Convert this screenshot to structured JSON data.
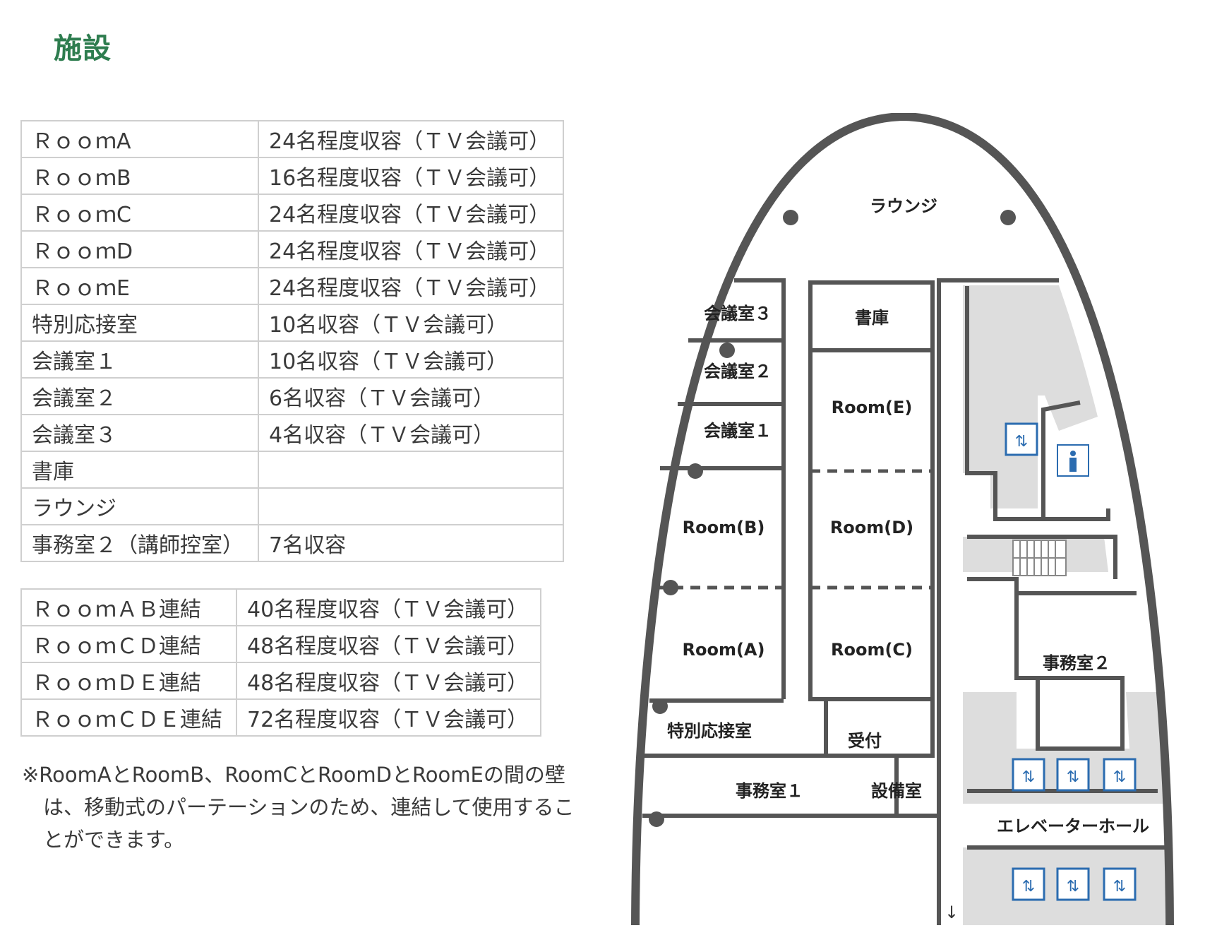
{
  "page": {
    "title": "施設"
  },
  "rooms_table": [
    {
      "name": "ＲｏｏｍA",
      "capacity": "24名程度収容（ＴＶ会議可）"
    },
    {
      "name": "ＲｏｏｍB",
      "capacity": "16名程度収容（ＴＶ会議可）"
    },
    {
      "name": "ＲｏｏｍC",
      "capacity": "24名程度収容（ＴＶ会議可）"
    },
    {
      "name": "ＲｏｏｍD",
      "capacity": "24名程度収容（ＴＶ会議可）"
    },
    {
      "name": "ＲｏｏｍE",
      "capacity": "24名程度収容（ＴＶ会議可）"
    },
    {
      "name": "特別応接室",
      "capacity": "10名収容（ＴＶ会議可）"
    },
    {
      "name": "会議室１",
      "capacity": "10名収容（ＴＶ会議可）"
    },
    {
      "name": "会議室２",
      "capacity": "6名収容（ＴＶ会議可）"
    },
    {
      "name": "会議室３",
      "capacity": "4名収容（ＴＶ会議可）"
    },
    {
      "name": "書庫",
      "capacity": ""
    },
    {
      "name": "ラウンジ",
      "capacity": ""
    },
    {
      "name": "事務室２（講師控室）",
      "capacity": "7名収容"
    }
  ],
  "combined_table": [
    {
      "name": "ＲｏｏｍＡＢ連結",
      "capacity": "40名程度収容（ＴＶ会議可）"
    },
    {
      "name": "ＲｏｏｍＣＤ連結",
      "capacity": "48名程度収容（ＴＶ会議可）"
    },
    {
      "name": "ＲｏｏｍＤＥ連結",
      "capacity": "48名程度収容（ＴＶ会議可）"
    },
    {
      "name": "ＲｏｏｍＣＤＥ連結",
      "capacity": "72名程度収容（ＴＶ会議可）"
    }
  ],
  "note": "※RoomAとRoomB、RoomCとRoomDとRoomEの間の壁は、移動式のパーテーションのため、連結して使用することができます。",
  "floorplan": {
    "lounge": "ラウンジ",
    "kaigi3": "会議室３",
    "kaigi2": "会議室２",
    "kaigi1": "会議室１",
    "shoko": "書庫",
    "room_e": "Room(E)",
    "room_d": "Room(D)",
    "room_c": "Room(C)",
    "room_b": "Room(B)",
    "room_a": "Room(A)",
    "tokubetsu": "特別応接室",
    "uketsuke": "受付",
    "jimu1": "事務室１",
    "setsubi": "設備室",
    "jimu2": "事務室２",
    "ev_hall": "エレベーターホール"
  },
  "colors": {
    "title": "#2e7d4f",
    "wall": "#555555",
    "service_area": "#dddddd",
    "elevator": "#2b6cb0"
  }
}
